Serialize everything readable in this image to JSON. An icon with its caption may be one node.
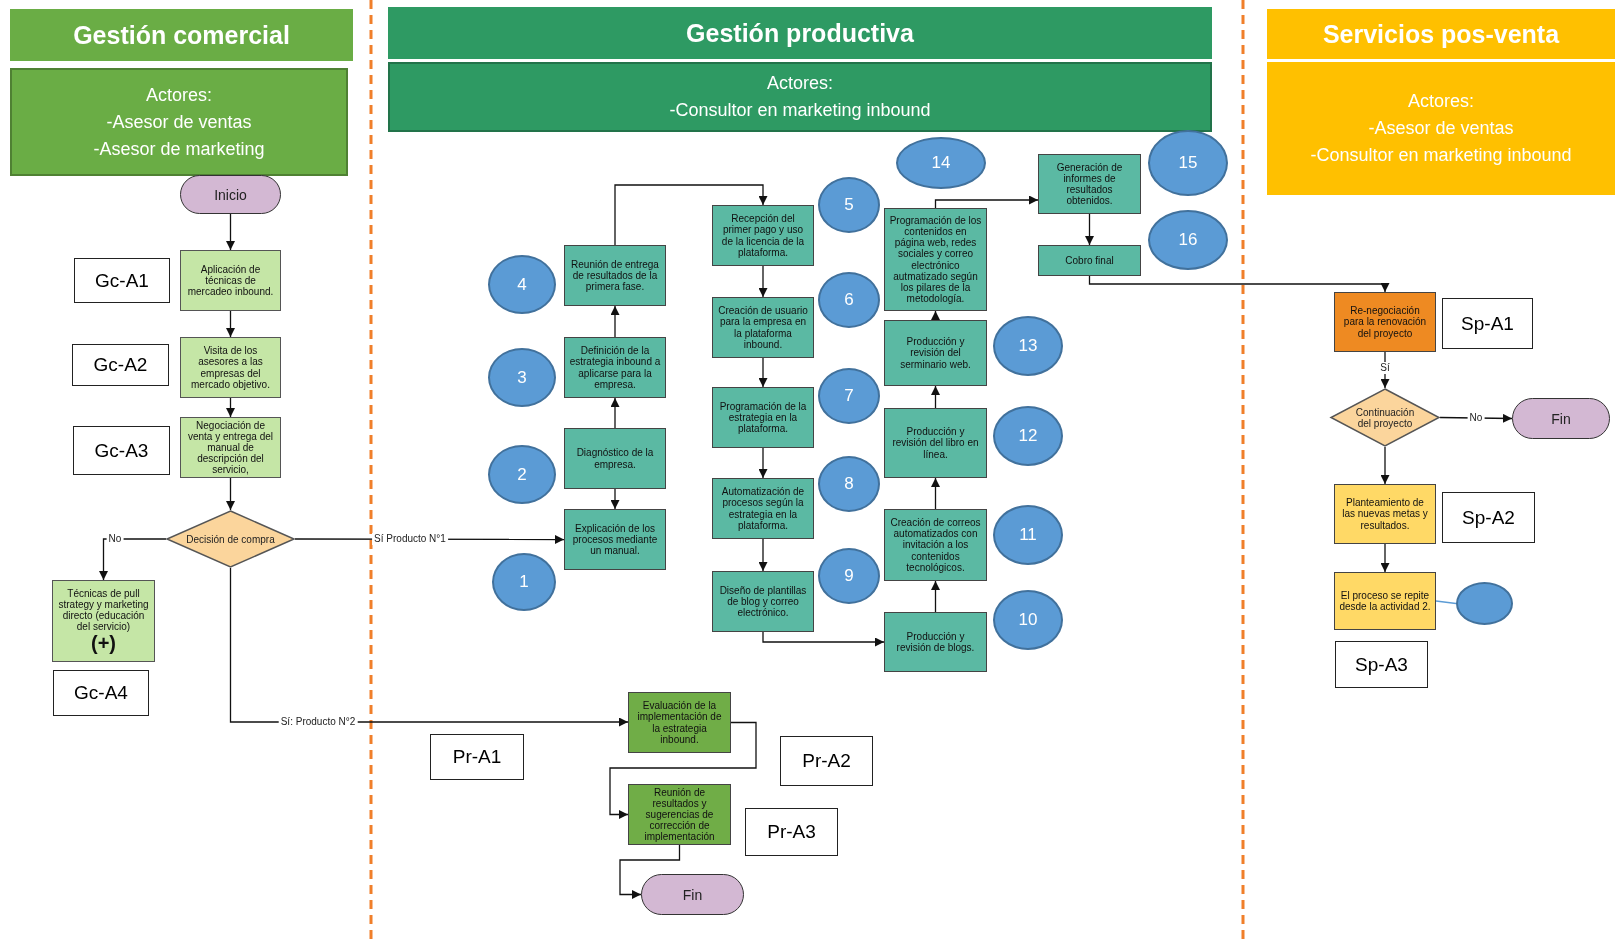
{
  "diagram": {
    "nodes": [
      {
        "text": [
          "Gestión comercial"
        ]
      },
      {
        "text": [
          "Actores:",
          "-Asesor de ventas",
          "-Asesor de marketing"
        ]
      },
      {
        "text": [
          "Gestión productiva"
        ]
      },
      {
        "text": [
          "Actores:",
          "-Consultor en marketing inbound"
        ]
      },
      {
        "text": [
          "Servicios pos-venta"
        ]
      },
      {
        "text": [
          "Actores:",
          "-Asesor de ventas",
          "-Consultor en marketing inbound"
        ]
      },
      {
        "text": [
          "Inicio"
        ]
      },
      {
        "text": [
          "Gc-A1"
        ]
      },
      {
        "text": [
          "Aplicación de técnicas de mercadeo inbound."
        ]
      },
      {
        "text": [
          "Gc-A2"
        ]
      },
      {
        "text": [
          "Visita de los asesores a las empresas del mercado objetivo."
        ]
      },
      {
        "text": [
          "Gc-A3"
        ]
      },
      {
        "text": [
          "Negociación de venta y entrega del manual de descripción del servicio,"
        ]
      },
      {
        "text": [
          "Decisión de compra"
        ]
      },
      {
        "text": [
          "Técnicas de pull strategy y marketing directo (educación del servicio)",
          "(+)"
        ]
      },
      {
        "text": [
          "Gc-A4"
        ]
      },
      {
        "text": [
          "4"
        ]
      },
      {
        "text": [
          "Reunión de entrega de resultados de la primera fase."
        ]
      },
      {
        "text": [
          "3"
        ]
      },
      {
        "text": [
          "Definición de la estrategia inbound a aplicarse para la empresa."
        ]
      },
      {
        "text": [
          "2"
        ]
      },
      {
        "text": [
          "Diagnóstico de la empresa."
        ]
      },
      {
        "text": [
          "1"
        ]
      },
      {
        "text": [
          "Explicación de los procesos mediante un manual."
        ]
      },
      {
        "text": [
          "Recepción del primer pago y uso de la licencia de la plataforma."
        ]
      },
      {
        "text": [
          "5"
        ]
      },
      {
        "text": [
          "Creación de usuario para la empresa en la plataforma inbound."
        ]
      },
      {
        "text": [
          "6"
        ]
      },
      {
        "text": [
          "Programación de la estrategia en la plataforma."
        ]
      },
      {
        "text": [
          "7"
        ]
      },
      {
        "text": [
          "Automatización de procesos según la estrategia en la plataforma."
        ]
      },
      {
        "text": [
          "8"
        ]
      },
      {
        "text": [
          "Diseño de plantillas de blog y correo electrónico."
        ]
      },
      {
        "text": [
          "9"
        ]
      },
      {
        "text": [
          "14"
        ]
      },
      {
        "text": [
          "Programación de los contenidos en página web, redes sociales y correo electrónico autmatizado según los pilares de la metodología."
        ]
      },
      {
        "text": [
          "Producción y revisión del serminario web."
        ]
      },
      {
        "text": [
          "13"
        ]
      },
      {
        "text": [
          "Producción y revisión del libro en línea."
        ]
      },
      {
        "text": [
          "12"
        ]
      },
      {
        "text": [
          "Creación de correos automatizados con invitación a los contenidos tecnológicos."
        ]
      },
      {
        "text": [
          "11"
        ]
      },
      {
        "text": [
          "Producción y revisión de blogs."
        ]
      },
      {
        "text": [
          "10"
        ]
      },
      {
        "text": [
          "Generación de informes de resultados obtenidos."
        ]
      },
      {
        "text": [
          "15"
        ]
      },
      {
        "text": [
          "Cobro final"
        ]
      },
      {
        "text": [
          "16"
        ]
      },
      {
        "text": [
          "Pr-A1"
        ]
      },
      {
        "text": [
          "Evaluación de la implementación de la estrategia inbound."
        ]
      },
      {
        "text": [
          "Pr-A2"
        ]
      },
      {
        "text": [
          "Reunión de resultados y sugerencias de corrección de implementación"
        ]
      },
      {
        "text": [
          "Pr-A3"
        ]
      },
      {
        "text": [
          "Fin"
        ]
      },
      {
        "text": [
          "Re-negociación para la renovación del proyecto"
        ]
      },
      {
        "text": [
          "Sp-A1"
        ]
      },
      {
        "text": [
          "Continuación del proyecto"
        ]
      },
      {
        "text": [
          "Fin"
        ]
      },
      {
        "text": [
          "Planteamiento de las nuevas metas y resultados."
        ]
      },
      {
        "text": [
          "Sp-A2"
        ]
      },
      {
        "text": [
          "El proceso se repite desde la actividad 2."
        ]
      },
      {
        "text": [],
        "shape": "circle"
      },
      {
        "text": [
          "Sp-A3"
        ]
      }
    ],
    "edges": [
      {
        "from": 6,
        "to": 8,
        "arrow": "to"
      },
      {
        "from": 8,
        "to": 10,
        "arrow": "to"
      },
      {
        "from": 10,
        "to": 12,
        "arrow": "to"
      },
      {
        "from": 12,
        "to": 13,
        "arrow": "to"
      },
      {
        "from": 13,
        "to": 14,
        "arrow": "to",
        "label": "No"
      },
      {
        "from": 13,
        "to": 23,
        "arrow": "to",
        "label": "Sí Producto N°1"
      },
      {
        "from": 13,
        "to": 49,
        "arrow": "to",
        "label": "Sí: Producto N°2"
      },
      {
        "from": 21,
        "to": 23,
        "arrow": "to"
      },
      {
        "from": 21,
        "to": 19,
        "arrow": "to"
      },
      {
        "from": 19,
        "to": 17,
        "arrow": "to"
      },
      {
        "from": 17,
        "to": 24,
        "arrow": "to"
      },
      {
        "from": 24,
        "to": 26,
        "arrow": "to"
      },
      {
        "from": 26,
        "to": 28,
        "arrow": "to"
      },
      {
        "from": 28,
        "to": 30,
        "arrow": "to"
      },
      {
        "from": 30,
        "to": 32,
        "arrow": "to"
      },
      {
        "from": 32,
        "to": 42,
        "arrow": "to"
      },
      {
        "from": 42,
        "to": 40,
        "arrow": "to"
      },
      {
        "from": 40,
        "to": 38,
        "arrow": "to"
      },
      {
        "from": 38,
        "to": 36,
        "arrow": "to"
      },
      {
        "from": 36,
        "to": 35,
        "arrow": "to"
      },
      {
        "from": 35,
        "to": 44,
        "arrow": "to"
      },
      {
        "from": 44,
        "to": 46,
        "arrow": "to"
      },
      {
        "from": 46,
        "to": 54,
        "arrow": "to"
      },
      {
        "from": 54,
        "to": 56,
        "arrow": "to",
        "label": "Sí"
      },
      {
        "from": 56,
        "to": 57,
        "arrow": "to",
        "label": "No"
      },
      {
        "from": 56,
        "to": 58,
        "arrow": "to"
      },
      {
        "from": 58,
        "to": 60,
        "arrow": "to"
      },
      {
        "from": 60,
        "to": 61,
        "arrow": "none",
        "color": "#5b9bd5"
      },
      {
        "from": 49,
        "to": 51,
        "arrow": "to"
      },
      {
        "from": 51,
        "to": 53,
        "arrow": "to"
      }
    ]
  }
}
